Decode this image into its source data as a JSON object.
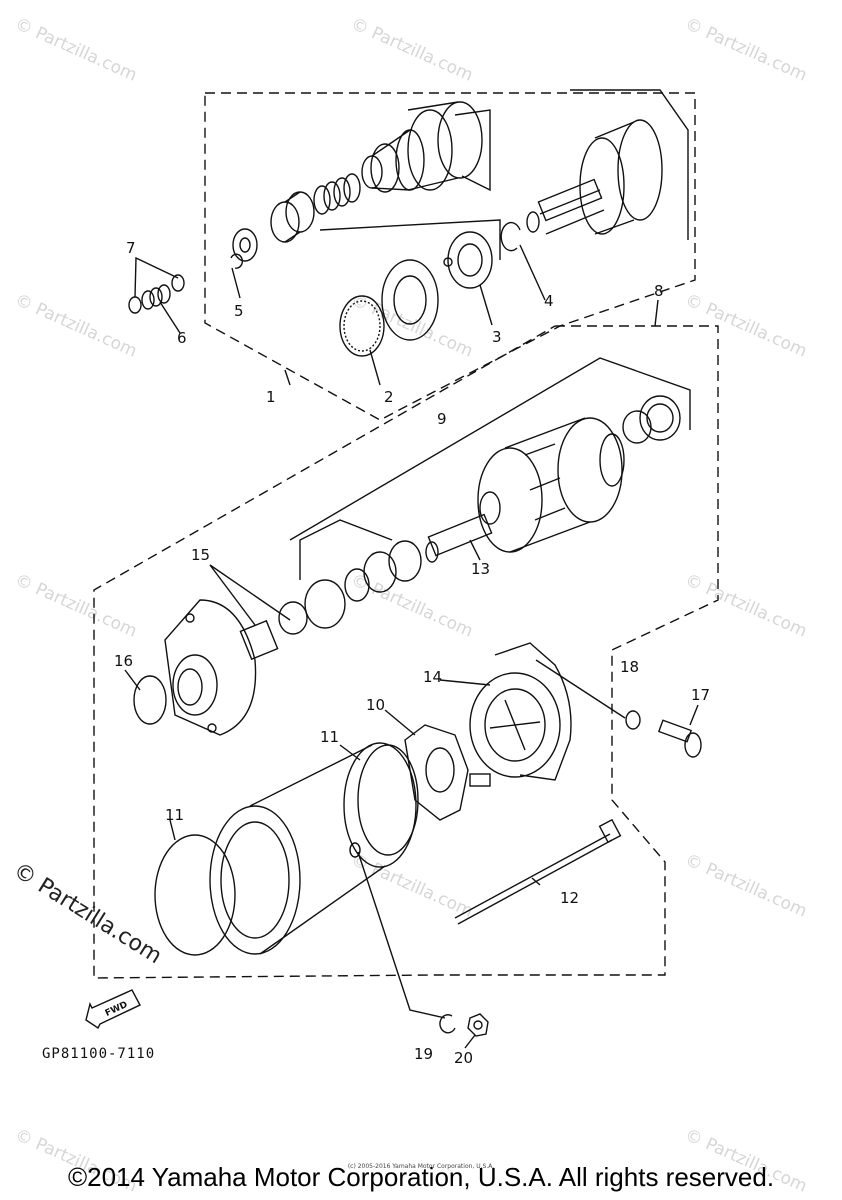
{
  "watermark": "© Partzilla.com",
  "brand_watermark": "© Partzilla.com",
  "diagram_code": "GP81100-7110",
  "fwd_label": "FWD",
  "copyright": "©2014 Yamaha Motor Corporation, U.S.A. All rights reserved.",
  "copyright_small": "(c) 2005-2016 Yamaha Motor Corporation, U.S.A.",
  "callouts": {
    "c1": "1",
    "c2": "2",
    "c3": "3",
    "c4": "4",
    "c5": "5",
    "c6": "6",
    "c7": "7",
    "c8": "8",
    "c9": "9",
    "c10": "10",
    "c11a": "11",
    "c11b": "11",
    "c12": "12",
    "c13": "13",
    "c14": "14",
    "c15": "15",
    "c16": "16",
    "c17": "17",
    "c18": "18",
    "c19": "19",
    "c20": "20"
  }
}
